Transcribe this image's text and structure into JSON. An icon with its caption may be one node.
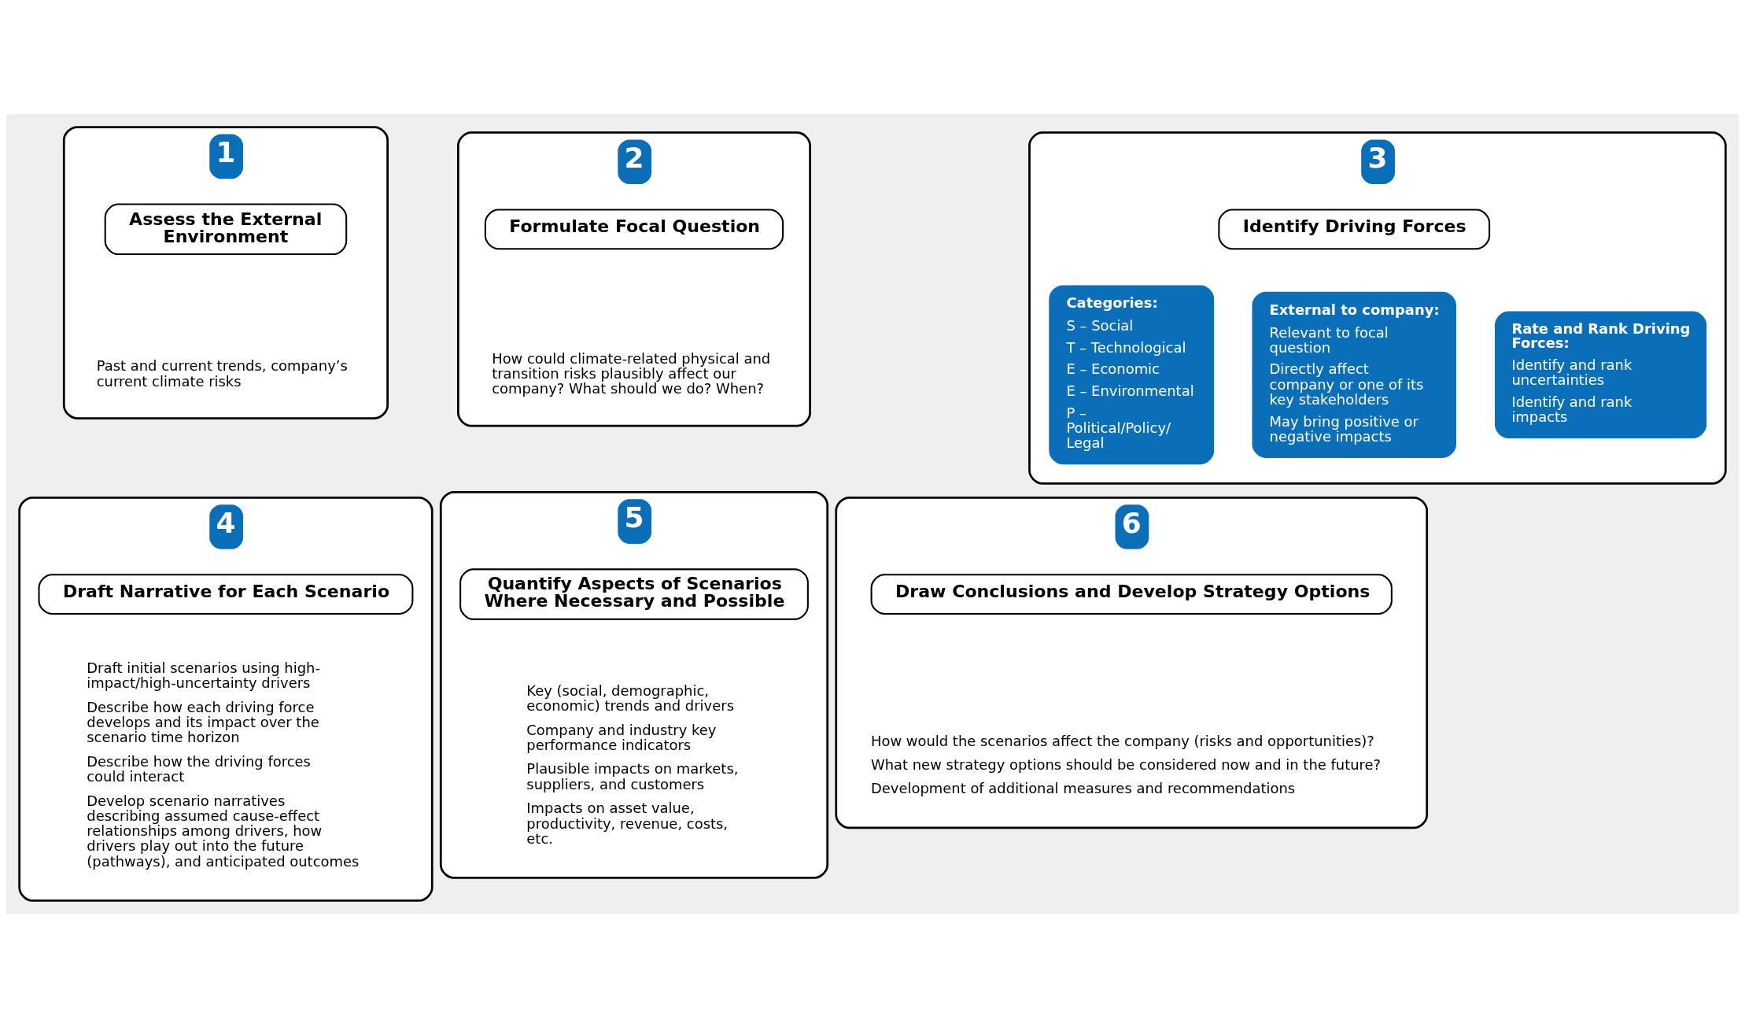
{
  "diagram": {
    "nodes": [
      {
        "text": [
          "1"
        ]
      },
      {
        "text": [
          "Assess the External Environment"
        ],
        "in": 0
      },
      {
        "text": [
          "Past and current trends, company’s current climate risks"
        ],
        "in": 0
      },
      {
        "text": [
          "2"
        ]
      },
      {
        "text": [
          "Formulate Focal Question"
        ],
        "in": 3
      },
      {
        "text": [
          "How could climate-related physical and transition risks plausibly affect our company? What should we do? When?"
        ],
        "in": 3
      },
      {
        "text": [
          "3"
        ]
      },
      {
        "text": [
          "Identify Driving Forces"
        ],
        "in": 6
      },
      {
        "text": [
          "Categories:",
          "S – Social",
          "T – Technological",
          "E – Economic",
          "E – Environmental",
          "P – Political/Policy/ Legal"
        ],
        "in": 6
      },
      {
        "text": [
          "External to company:",
          "Relevant to focal question",
          "Directly affect company or one of its key stakeholders",
          "May bring positive or negative impacts"
        ],
        "in": 6
      },
      {
        "text": [
          "Rate and Rank Driving Forces:",
          "Identify and rank uncertainties",
          "Identify and rank impacts"
        ],
        "in": 6
      },
      {
        "text": [
          "4"
        ]
      },
      {
        "text": [
          "Draft Narrative for Each Scenario"
        ],
        "in": 11
      },
      {
        "text": [
          "Draft initial scenarios using high-impact/high-uncertainty drivers",
          "Describe how each driving force develops and its impact over the scenario time horizon",
          "Describe how the driving forces could interact",
          "Develop scenario narratives describing assumed cause-effect relationships among drivers, how drivers play out into the future (pathways), and anticipated outcomes"
        ],
        "in": 11
      },
      {
        "text": [
          "5"
        ]
      },
      {
        "text": [
          "Quantify Aspects of Scenarios Where Necessary and Possible"
        ],
        "in": 14
      },
      {
        "text": [
          "Key (social, demographic, economic) trends and drivers",
          "Company and industry key performance indicators",
          "Plausible impacts on markets, suppliers, and customers",
          "Impacts on asset value, productivity, revenue, costs, etc."
        ],
        "in": 14
      },
      {
        "text": [
          "6"
        ]
      },
      {
        "text": [
          "Draw Conclusions and Develop Strategy Options"
        ],
        "in": 17
      },
      {
        "text": [
          "How would the scenarios affect the company (risks and opportunities)?",
          "What new strategy options should be considered now and in the future?",
          "Development of additional measures and recommendations"
        ],
        "in": 17
      }
    ]
  }
}
